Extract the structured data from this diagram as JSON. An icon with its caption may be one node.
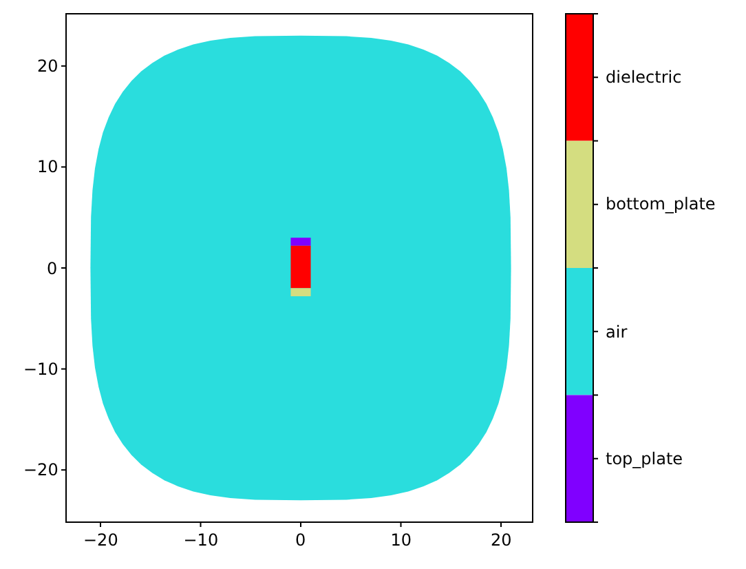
{
  "diagram": {
    "labels": [
      "20",
      "10",
      "0",
      "−10",
      "−20",
      "−20",
      "−10",
      "0",
      "10",
      "20"
    ],
    "legend": [
      {
        "text": "dielectric",
        "color": "#ff0000"
      },
      {
        "text": "bottom_plate",
        "color": "#d4dd80"
      },
      {
        "text": "air",
        "color": "#2adddd"
      },
      {
        "text": "top_plate",
        "color": "#8000ff"
      }
    ]
  }
}
